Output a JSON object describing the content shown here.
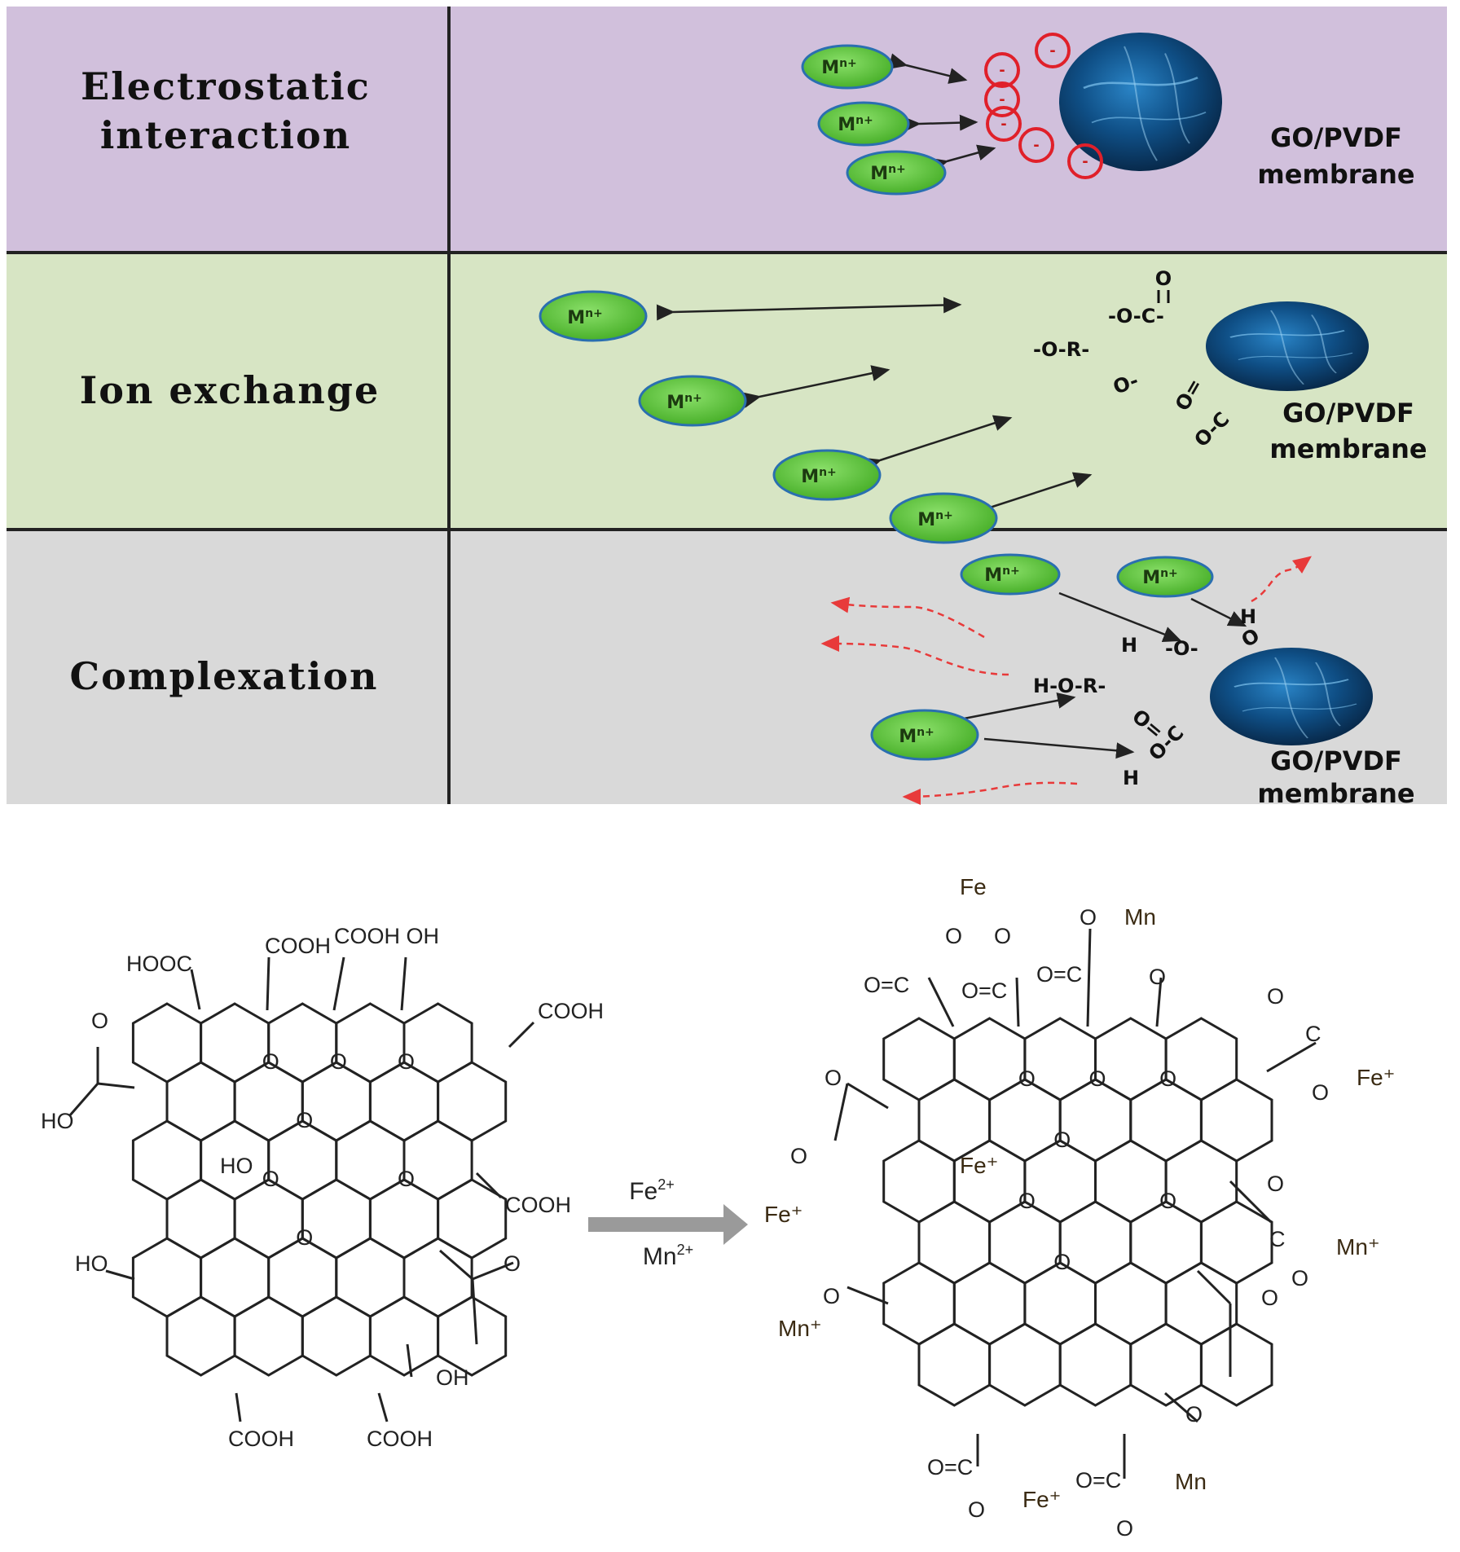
{
  "mechanism_table": {
    "rows": [
      {
        "label": "Electrostatic interaction",
        "label_line1": "Electrostatic",
        "label_line2": "interaction",
        "bg": "#d1c0dc"
      },
      {
        "label": "Ion exchange",
        "bg": "#d7e5c4"
      },
      {
        "label": "Complexation",
        "bg": "#d9d9d9"
      }
    ],
    "ion_label": "M",
    "ion_charge": "n+",
    "negative_charge": "-",
    "membrane_label_line1": "GO/PVDF",
    "membrane_label_line2": "membrane",
    "ion_exchange_groups": {
      "carbonyl_o": "O",
      "ester": "-O-C-",
      "ether": "-O-R-",
      "oxide": "O-",
      "carboxyl_o": "O=",
      "carboxyl_c": "O-C"
    },
    "complexation_groups": {
      "h_top": "H",
      "o_top": "O",
      "h_left": "H",
      "o_left": "-O-",
      "hor": "H-O-R-",
      "carbox_o": "O=",
      "carbox": "O-C",
      "h_bottom": "H"
    },
    "colors": {
      "ion_fill": "#5cc23c",
      "ion_stroke": "#2a6fb0",
      "negative_ring": "#e0202a",
      "membrane": "#0f4f86",
      "dashed_arrow": "#e83a3a",
      "divider": "#222222"
    }
  },
  "reaction": {
    "reagent_top": "Fe",
    "reagent_top_charge": "2+",
    "reagent_bottom": "Mn",
    "reagent_bottom_charge": "2+",
    "go_labels": {
      "hooc": "HOOC",
      "cooh_top": "COOH",
      "cooh_oh": "COOH OH",
      "cooh_right": "COOH",
      "o_left": "O",
      "ho_left": "HO",
      "ho_mid": "HO",
      "cooh_mid": "COOH",
      "ho_low": "HO",
      "o_right": "O",
      "oh_bottom": "OH",
      "cooh_bottom_left": "COOH",
      "cooh_bottom_right": "COOH",
      "epoxide_o": "O"
    },
    "product_labels": {
      "fe_top": "Fe",
      "mn_top": "Mn",
      "o": "O",
      "c": "C",
      "o_eq_c": "O=C",
      "fe_plus": "Fe⁺",
      "mn_plus": "Mn⁺",
      "mn": "Mn"
    }
  }
}
